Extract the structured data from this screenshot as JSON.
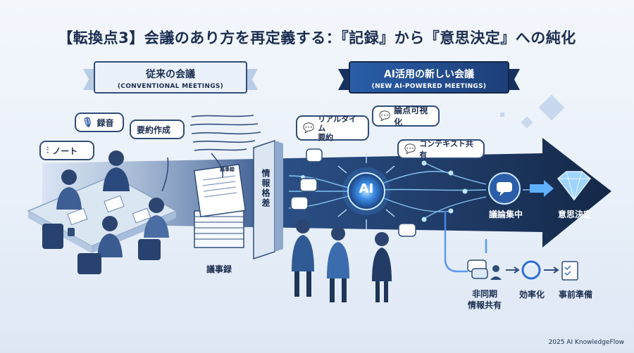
{
  "title": "【転換点3】会議のあり方を再定義する：『記録』から『意思決定』への純化",
  "left_banner": {
    "title": "従来の会議",
    "subtitle": "(CONVENTIONAL MEETINGS)"
  },
  "right_banner": {
    "title": "AI活用の新しい会議",
    "subtitle": "(NEW AI-POWERED MEETINGS)"
  },
  "left_bubbles": [
    {
      "label": "録音",
      "icon": "microphone-icon"
    },
    {
      "label": "要約作成",
      "icon": ""
    },
    {
      "label": "ノート",
      "icon": "sliders-icon"
    }
  ],
  "minutes_label": "議事録",
  "document_title": "議事録",
  "info_gap": "情報格差",
  "ai_label": "AI",
  "right_bubbles": [
    {
      "label": "リアルタイム要約",
      "line1": "リアルタイム",
      "line2": "要約",
      "icon": "chat-icon"
    },
    {
      "label": "論点可視化",
      "icon": "chat-icon"
    },
    {
      "label": "コンテキスト共有",
      "icon": "chat-icon"
    }
  ],
  "focus_label": "議論集中",
  "decision_label": "意思決定",
  "bottom_items": [
    {
      "line1": "非同期",
      "line2": "情報共有",
      "icon": "chat-user-icon"
    },
    {
      "label": "効率化",
      "icon": "cycle-icon"
    },
    {
      "label": "事前準備",
      "icon": "checklist-icon"
    }
  ],
  "footer": "2025 AI KnowledgeFlow",
  "colors": {
    "navy": "#1b2d4f",
    "arrow_dark": "#142848",
    "accent": "#2f6fd1",
    "glow": "#7fc6ff"
  }
}
